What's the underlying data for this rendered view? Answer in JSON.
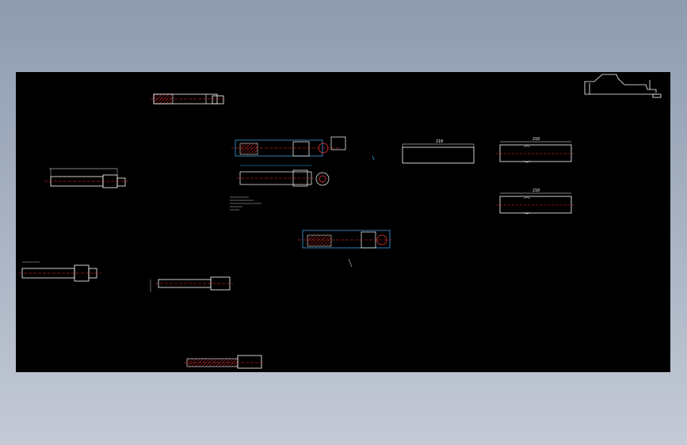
{
  "canvas": {
    "background": "#000000",
    "app_background": "#a3aec0",
    "line_color": "#ffffff",
    "centerline_color": "#ff2a2a",
    "dimension_color": "#3fb6ff",
    "hatch_color": "#ff3a3a"
  },
  "dimensions": {
    "block_top_length": "210",
    "block_right_top_length": "210",
    "block_right_bottom_length": "210"
  },
  "icons": {
    "section_marker": "section-arrow-icon",
    "title_block": "title-block-icon"
  }
}
